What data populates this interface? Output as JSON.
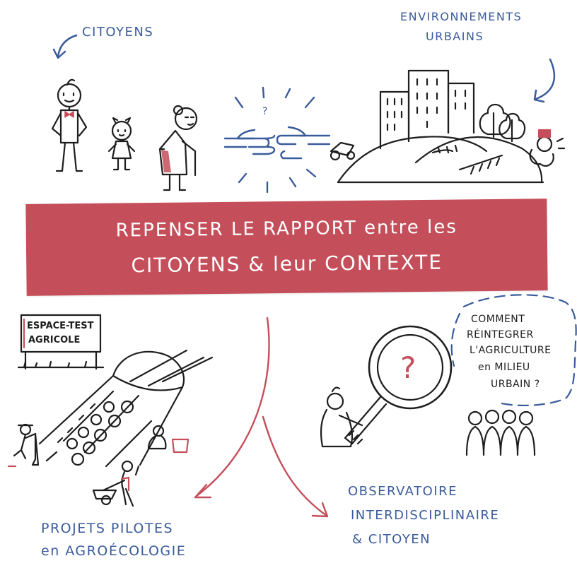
{
  "labels": {
    "citoyens": "CITOYENS",
    "environnements_line1": "ENVIRONNEMENTS",
    "environnements_line2": "URBAINS",
    "question_mark": "?"
  },
  "banner": {
    "line1": "REPENSER LE RAPPORT  entre les",
    "line2": "CITOYENS  &  leur CONTEXTE",
    "color": "#c44f5a"
  },
  "sign": {
    "line1": "ESPACE-TEST",
    "line2": "AGRICOLE"
  },
  "question_bubble": {
    "lines": [
      "COMMENT",
      "RÉINTEGRER",
      "L'AGRICULTURE",
      "en MILIEU",
      "URBAIN ?"
    ]
  },
  "magnifier_symbol": "?",
  "outputs": {
    "left_line1": "PROJETS PILOTES",
    "left_line2": "en AGROÉCOLOGIE",
    "right_line1": "OBSERVATOIRE",
    "right_line2": "INTERDISCIPLINAIRE",
    "right_line3": "& CITOYEN"
  },
  "colors": {
    "ink_blue": "#3a5b9b",
    "ink_dark": "#1e1e1e",
    "accent_red": "#c44f5a"
  }
}
